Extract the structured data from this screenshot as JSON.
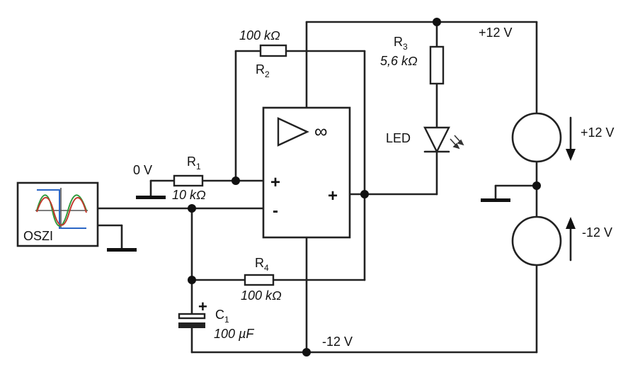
{
  "circuit": {
    "r1": {
      "name": "R",
      "sub": "1",
      "value": "10 kΩ"
    },
    "r2": {
      "name": "R",
      "sub": "2",
      "value": "100 kΩ"
    },
    "r3": {
      "name": "R",
      "sub": "3",
      "value": "5,6 kΩ"
    },
    "r4": {
      "name": "R",
      "sub": "4",
      "value": "100 kΩ"
    },
    "c1": {
      "name": "C",
      "sub": "1",
      "value": "100 µF",
      "polarity": "+"
    },
    "led": {
      "label": "LED"
    },
    "oszi": {
      "label": "OSZI"
    },
    "opamp": {
      "gain_symbol": "∞",
      "in_plus": "+",
      "in_minus": "-",
      "out": "+"
    },
    "rails": {
      "positive": "+12 V",
      "negative": "-12 V",
      "ground": "0 V"
    },
    "sources": {
      "top": "+12 V",
      "bottom": "-12 V"
    }
  }
}
